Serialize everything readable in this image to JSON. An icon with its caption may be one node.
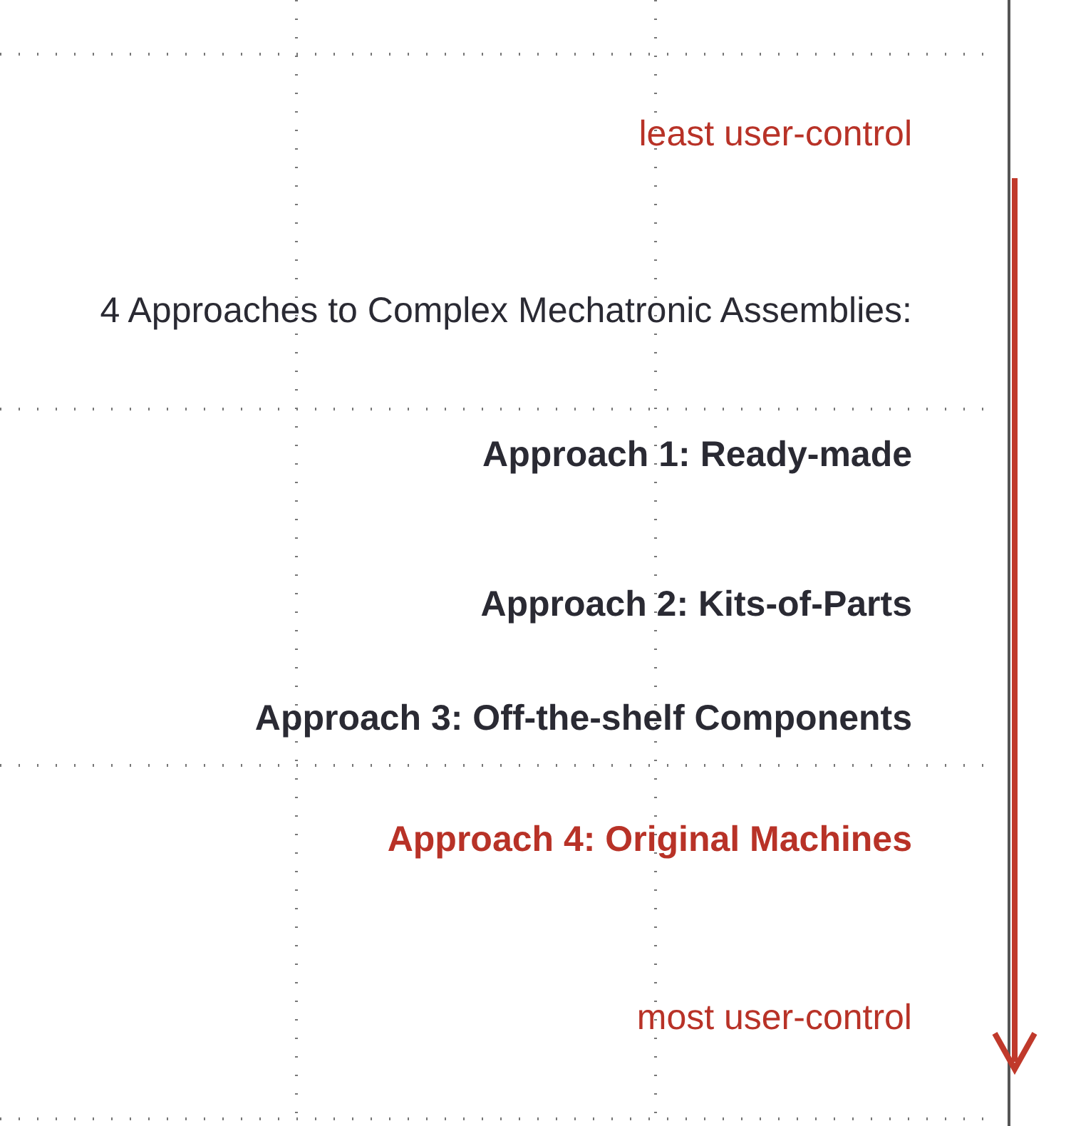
{
  "diagram": {
    "title": "4 Approaches to Complex Mechatronic Assemblies:",
    "labels": [
      "least user-control",
      "Approach 1: Ready-made",
      "Approach 2: Kits-of-Parts",
      "Approach 3: Off-the-shelf Components",
      "Approach 4: Original Machines",
      "most user-control"
    ]
  }
}
